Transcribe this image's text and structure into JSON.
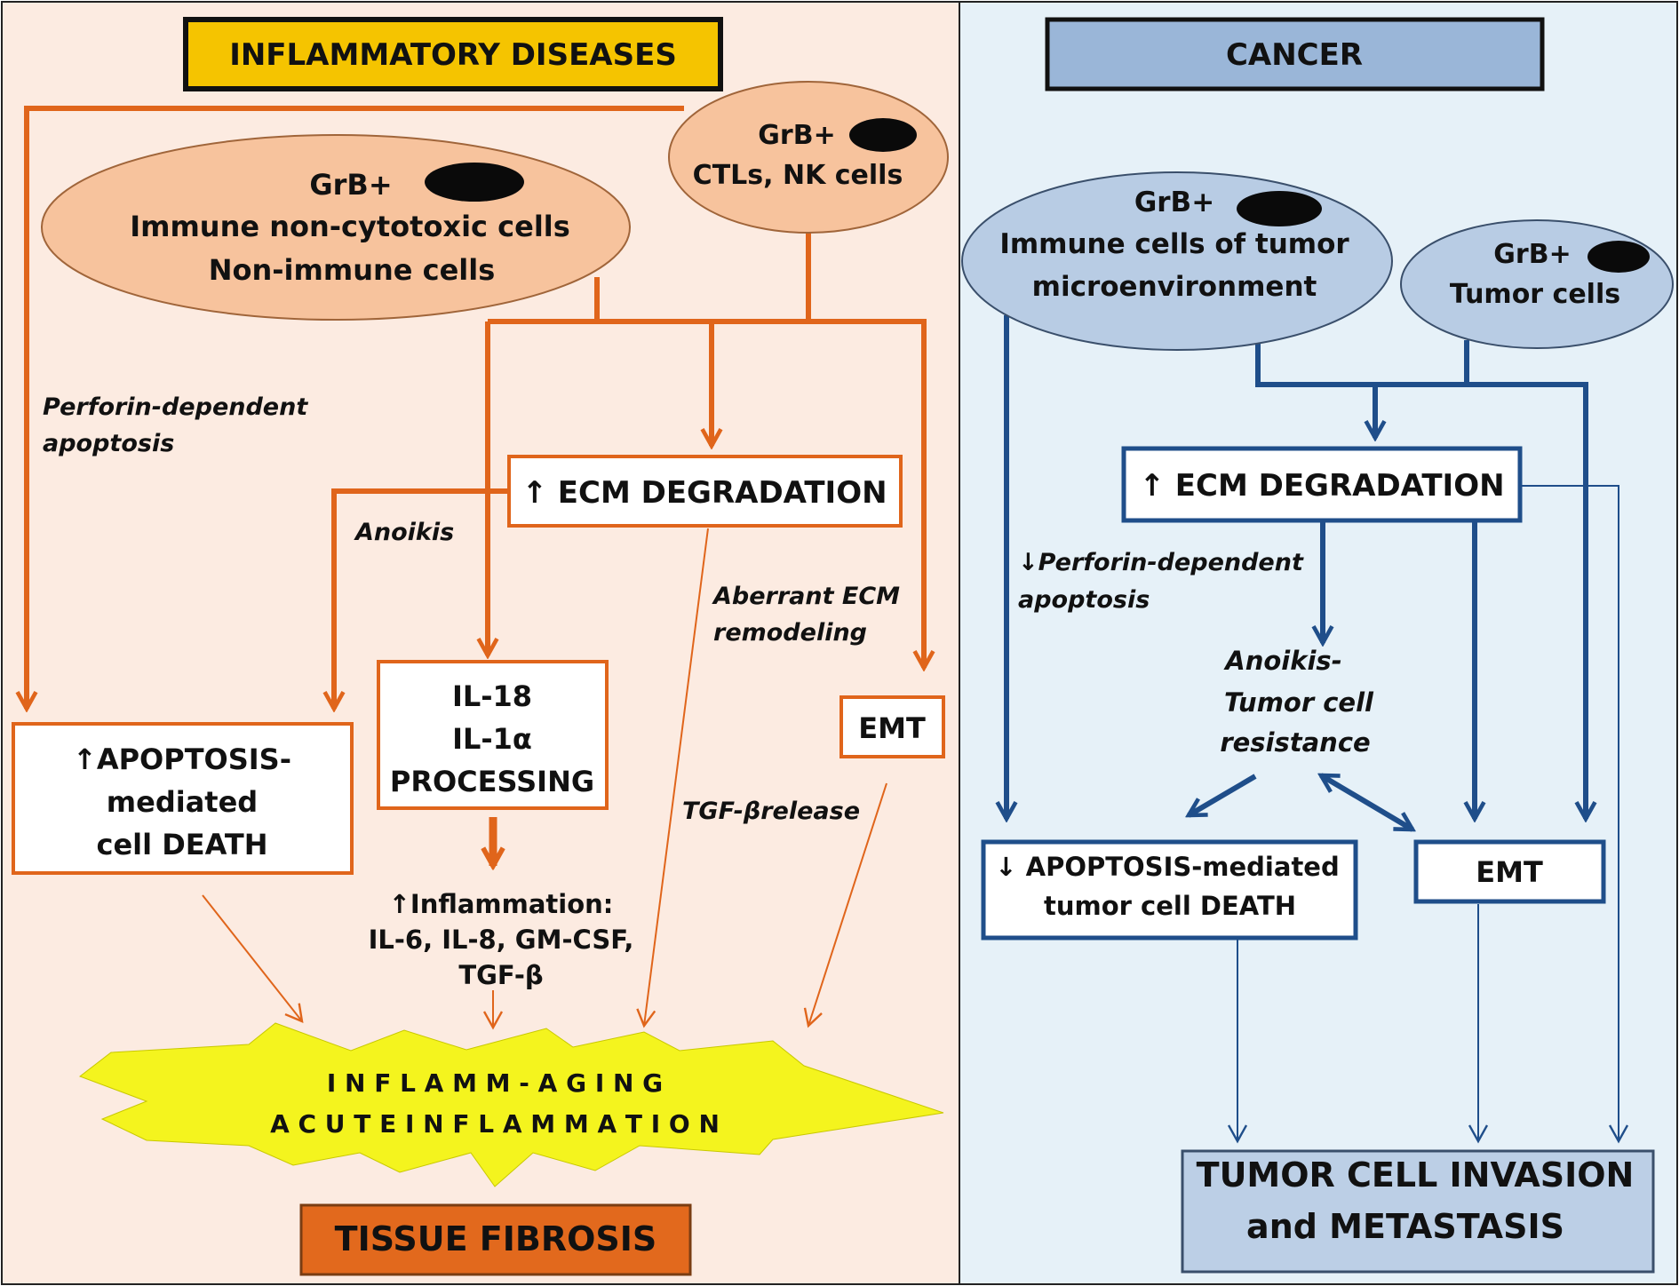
{
  "colors": {
    "left_panel_bg": "#fcebe1",
    "right_panel_bg": "#e6f1f8",
    "orange_arrow": "#e0651b",
    "blue_arrow": "#1f4e8a",
    "left_title_bg": "#f5c400",
    "right_title_bg": "#9ab6d8",
    "left_ellipse": "#f7c39d",
    "right_ellipse": "#b8cce4",
    "starburst": "#f4f41e",
    "fibrosis_box": "#e2691d",
    "invasion_box": "#bccfe6"
  },
  "left": {
    "title": "INFLAMMATORY DISEASES",
    "ellipse_big": {
      "line1": "GrB+",
      "line2": "Immune non-cytotoxic cells",
      "line3": "Non-immune cells"
    },
    "ellipse_small": {
      "line1": "GrB+",
      "line2": "CTLs, NK cells"
    },
    "label_perforin": [
      "Perforin-dependent",
      "apoptosis"
    ],
    "label_anoikis": "Anoikis",
    "label_aberrant": [
      "Aberrant ECM",
      "remodeling"
    ],
    "label_tgf": "TGF-βrelease",
    "box_ecm": "↑ ECM DEGRADATION",
    "box_il": [
      "IL-18",
      "IL-1α",
      "PROCESSING"
    ],
    "box_emt": "EMT",
    "box_apoptosis": [
      "↑APOPTOSIS-",
      "mediated",
      "cell DEATH"
    ],
    "inflammation": [
      "↑Inflammation:",
      "IL-6, IL-8, GM-CSF,",
      "TGF-β"
    ],
    "starburst": [
      "I N F L A M M - A G I N G",
      "A C U T E   I N F L A M M A T I O N"
    ],
    "fibrosis": "TISSUE FIBROSIS"
  },
  "right": {
    "title": "CANCER",
    "ellipse_big": {
      "line1": "GrB+",
      "line2": "Immune cells  of tumor",
      "line3": "microenvironment"
    },
    "ellipse_small": {
      "line1": "GrB+",
      "line2": "Tumor cells"
    },
    "box_ecm": "↑ ECM DEGRADATION",
    "label_perforin": [
      "↓Perforin-dependent",
      "apoptosis"
    ],
    "label_anoikis": [
      "Anoikis-",
      "Tumor cell",
      "resistance"
    ],
    "box_apoptosis": [
      "↓ APOPTOSIS-mediated",
      "tumor cell DEATH"
    ],
    "box_emt": "EMT",
    "box_invasion": [
      "TUMOR CELL INVASION",
      "and METASTASIS"
    ]
  }
}
